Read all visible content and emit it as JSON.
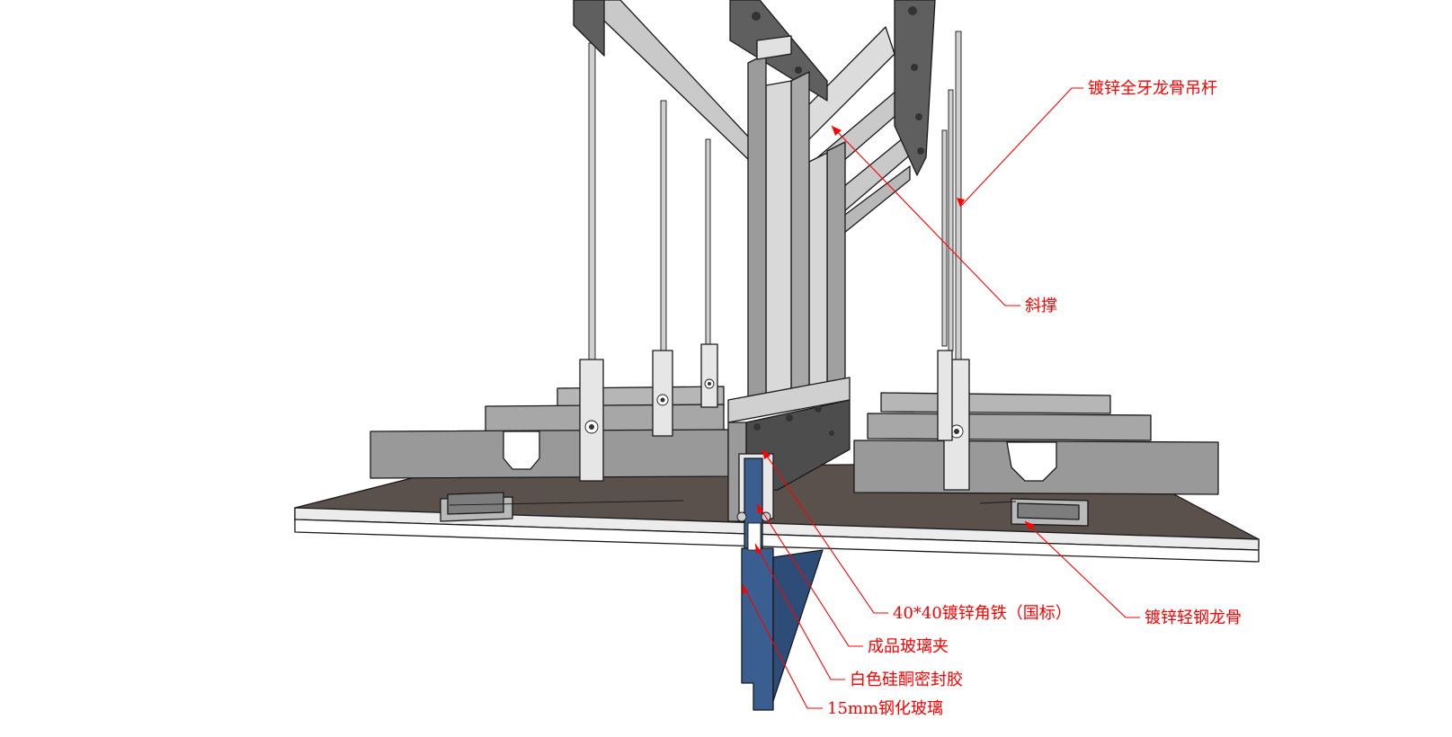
{
  "colors": {
    "steel_light": "#c8c8c8",
    "steel_mid": "#a9a9a9",
    "steel_dark": "#5f5f5f",
    "board_top": "#5a514d",
    "board_edge": "#ececec",
    "glass": "#3a5e8f",
    "glass_dark": "#2d4c78",
    "label_red": "#ff0000"
  },
  "labels": {
    "rod": "镀锌全牙龙骨吊杆",
    "brace": "斜撑",
    "angle_iron": "40*40镀锌角铁（国标）",
    "light_keel": "镀锌轻钢龙骨",
    "glass_clip": "成品玻璃夹",
    "sealant": "白色硅酮密封胶",
    "glass": "15mm钢化玻璃"
  }
}
